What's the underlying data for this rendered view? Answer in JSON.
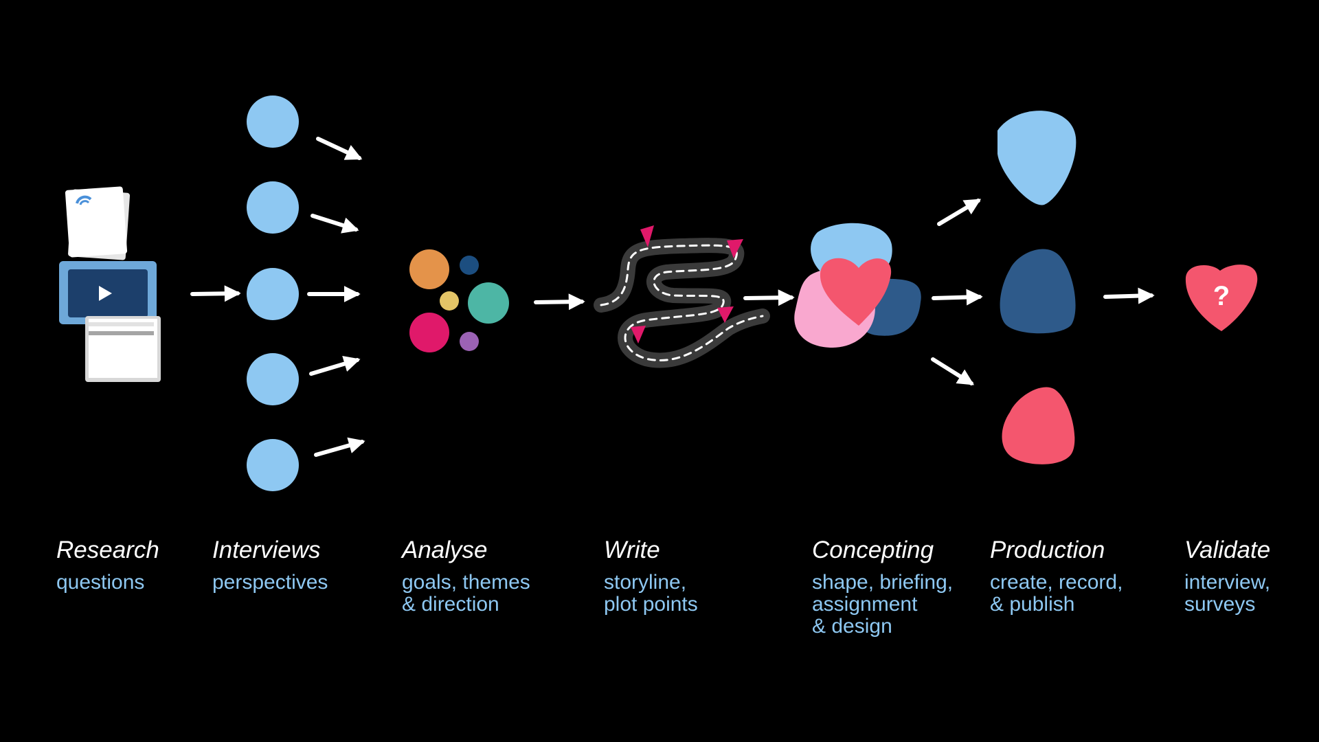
{
  "colors": {
    "background": "#000000",
    "light_blue": "#8ec8f2",
    "dark_blue": "#2e5a8a",
    "pink_red": "#f4566e",
    "light_pink": "#f9a8cf",
    "white": "#ffffff",
    "orange": "#e4934a",
    "magenta": "#e0196a",
    "teal": "#4db6a5",
    "yellow": "#e3c467",
    "navy": "#1c4e80",
    "purple": "#9b62b4",
    "road": "#3a3a3a"
  },
  "stages": [
    {
      "id": "research",
      "title": "Research",
      "desc": [
        "questions"
      ],
      "icon": "documents-icon"
    },
    {
      "id": "interviews",
      "title": "Interviews",
      "desc": [
        "perspectives"
      ],
      "icon": "circles-icon"
    },
    {
      "id": "analyse",
      "title": "Analyse",
      "desc": [
        "goals, themes",
        "& direction"
      ],
      "icon": "dots-icon"
    },
    {
      "id": "write",
      "title": "Write",
      "desc": [
        "storyline,",
        "plot points"
      ],
      "icon": "road-icon"
    },
    {
      "id": "concepting",
      "title": "Concepting",
      "desc": [
        "shape, briefing,",
        "assignment",
        "& design"
      ],
      "icon": "overlapping-shapes-icon"
    },
    {
      "id": "production",
      "title": "Production",
      "desc": [
        "create, record,",
        "& publish"
      ],
      "icon": "pick-shapes-icon"
    },
    {
      "id": "validate",
      "title": "Validate",
      "desc": [
        "interview,",
        "surveys"
      ],
      "icon": "heart-question-icon"
    }
  ]
}
